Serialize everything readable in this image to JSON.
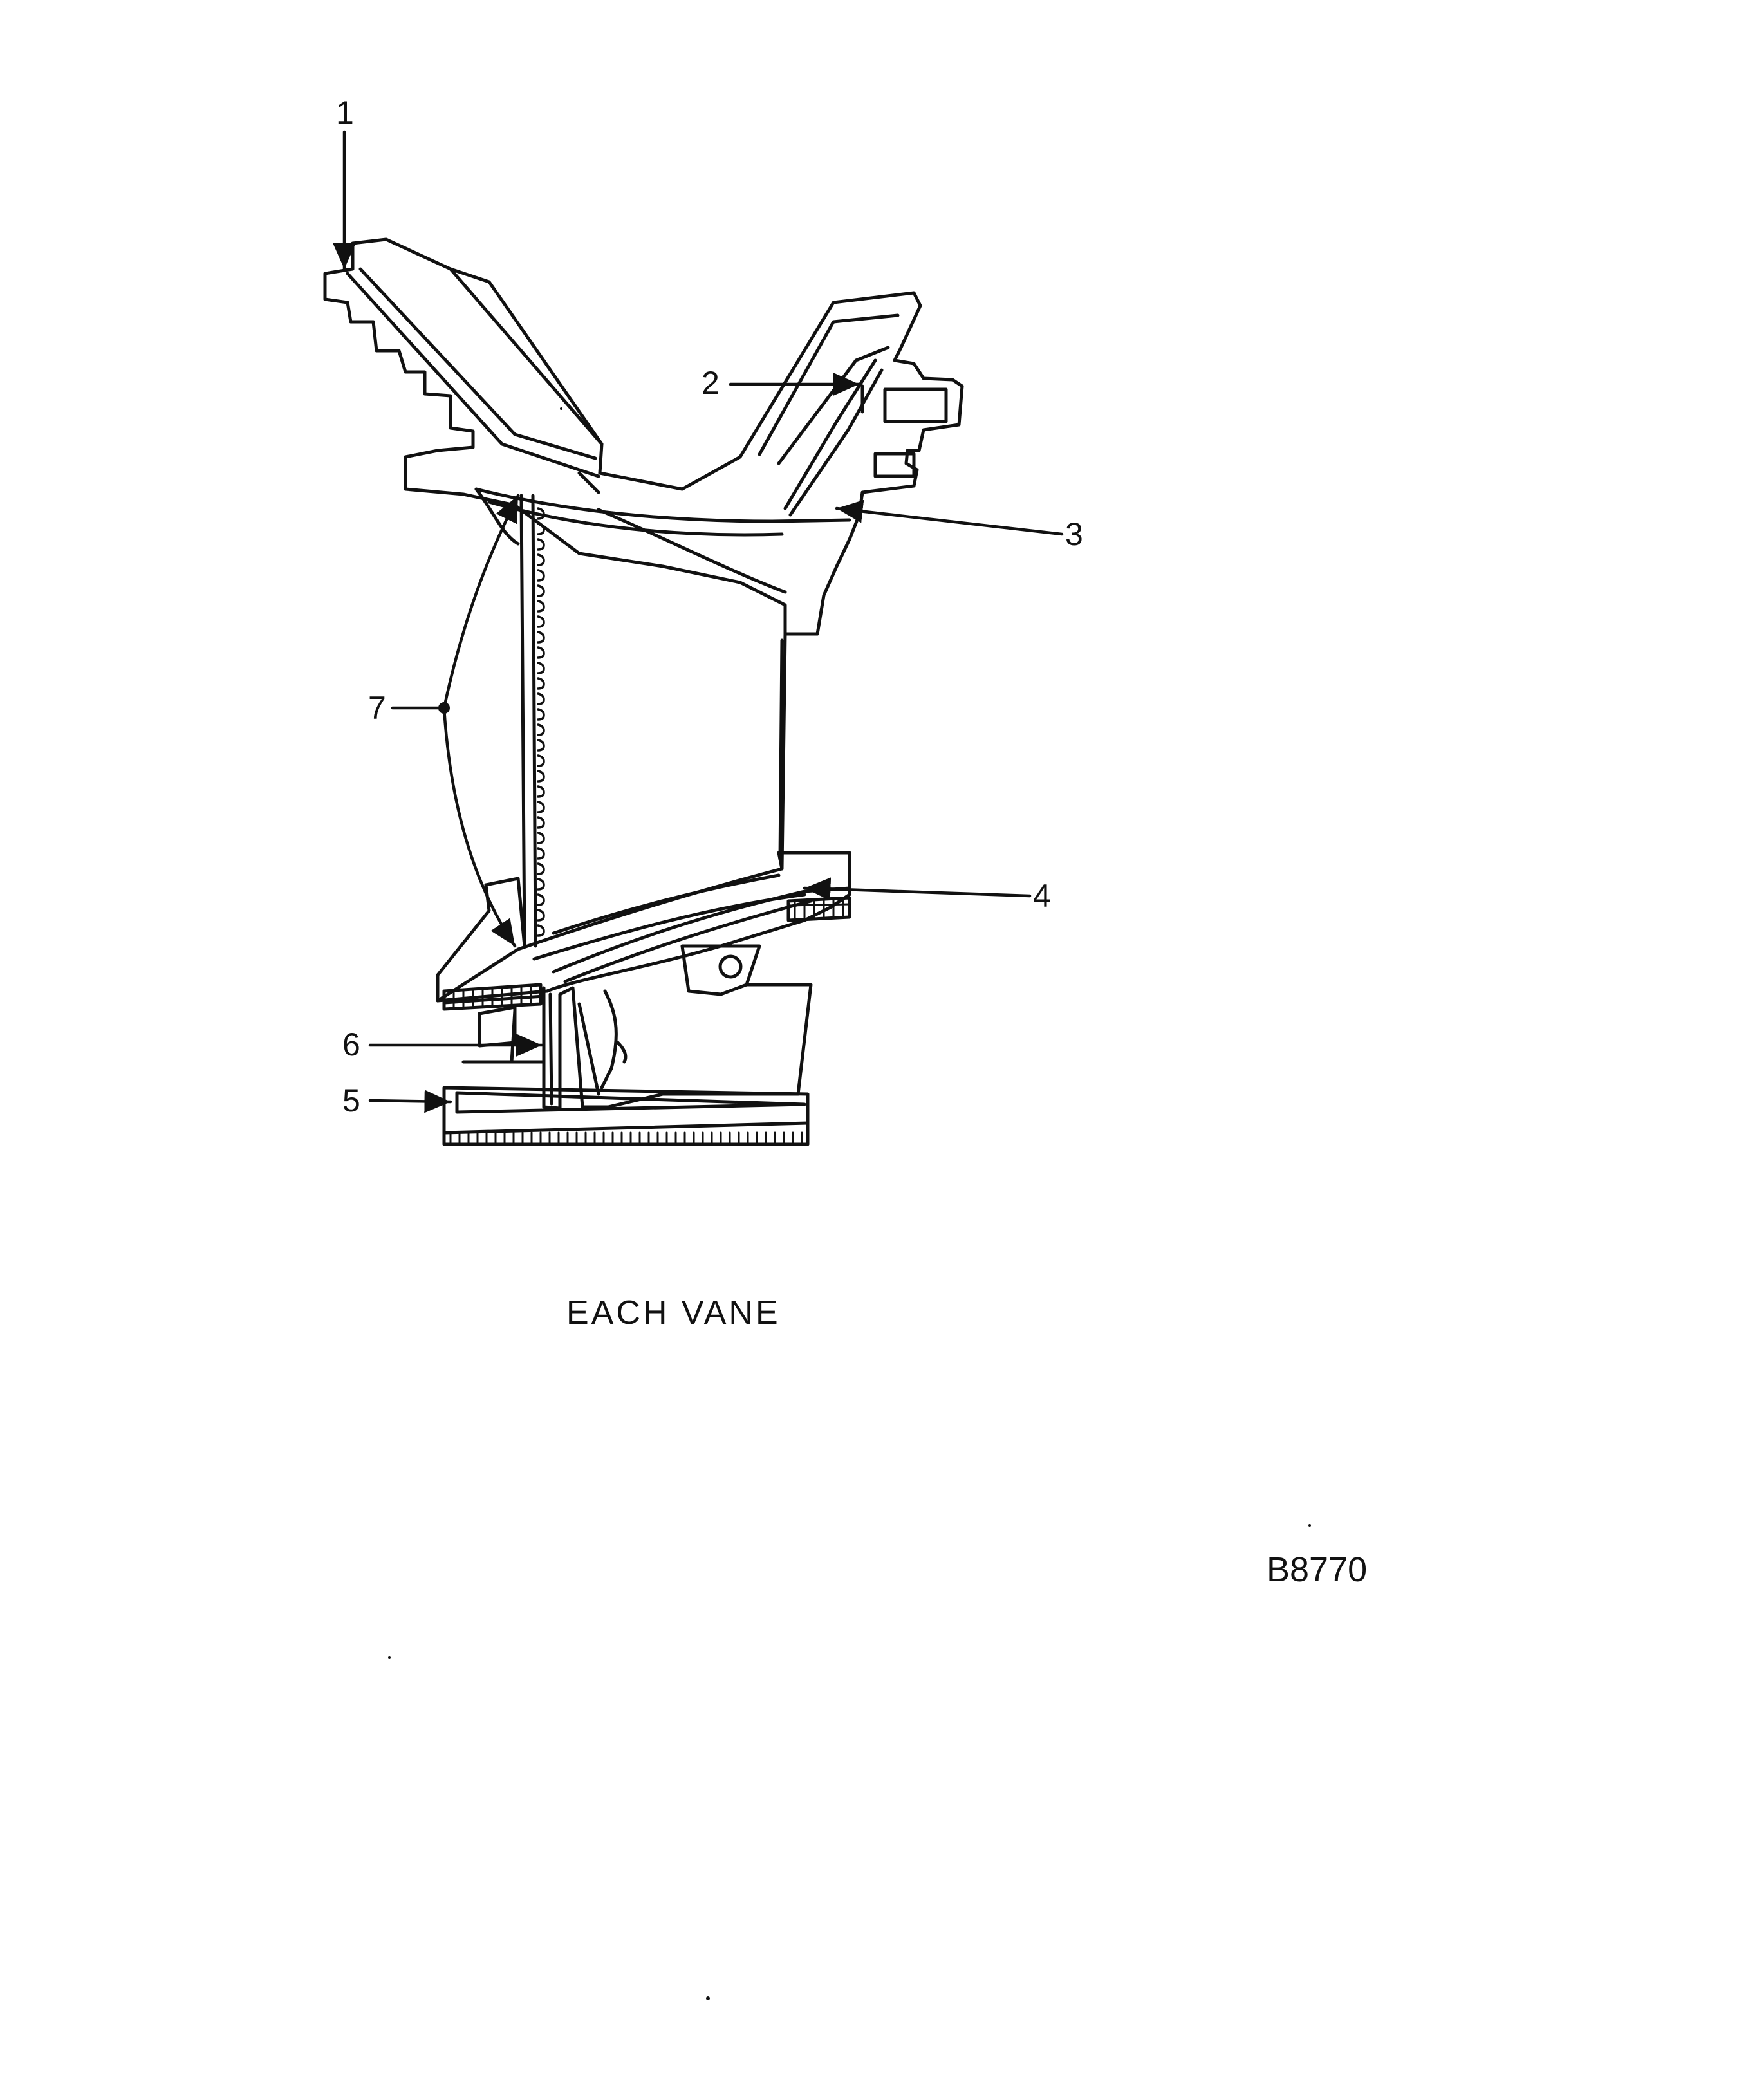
{
  "callouts": [
    {
      "label": "1"
    },
    {
      "label": "2"
    },
    {
      "label": "3"
    },
    {
      "label": "4"
    },
    {
      "label": "5"
    },
    {
      "label": "6"
    },
    {
      "label": "7"
    }
  ],
  "caption": "EACH VANE",
  "figure_id": "B8770",
  "colors": {
    "ink": "#111111",
    "paper": "#ffffff"
  }
}
